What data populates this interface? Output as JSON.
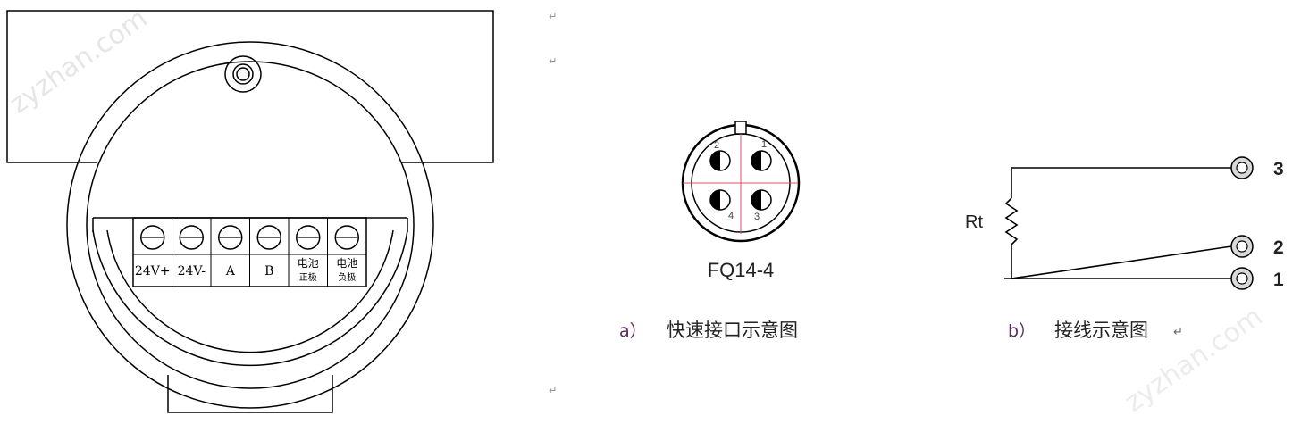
{
  "terminal_block": {
    "labels": [
      "24V+",
      "24V-",
      "A",
      "B",
      "电池",
      "电池"
    ],
    "sublabels": [
      "",
      "",
      "",
      "",
      "正极",
      "负极"
    ]
  },
  "connector": {
    "model": "FQ14-4",
    "pins": [
      "2",
      "1",
      "4",
      "3"
    ],
    "caption_letter": "a）",
    "caption_text": "快速接口示意图"
  },
  "wiring": {
    "resistor_label": "Rt",
    "terminals": [
      "3",
      "2",
      "1"
    ],
    "caption_letter": "b）",
    "caption_text": "接线示意图"
  },
  "marks": {
    "paragraph": "↵"
  },
  "watermark": "zyzhan.com",
  "colors": {
    "line": "#000000",
    "crosshair": "#e05060",
    "caption_letter": "#5b2c5b",
    "terminal_fill": "#d9d9d9"
  }
}
